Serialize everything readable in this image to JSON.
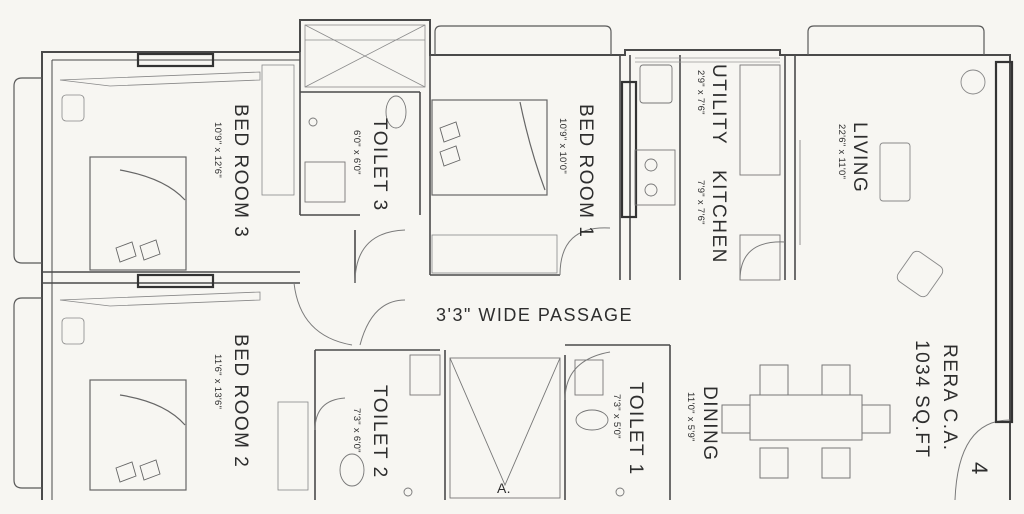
{
  "rooms": [
    {
      "name": "BED ROOM 3",
      "dims": "10'9\" x 12'6\""
    },
    {
      "name": "TOILET 3",
      "dims": "6'0\" x 6'0\""
    },
    {
      "name": "BED ROOM 1",
      "dims": "10'9\" x 10'0\""
    },
    {
      "name": "UTILITY",
      "dims": "2'9\" x 7'6\""
    },
    {
      "name": "KITCHEN",
      "dims": "7'9\" x 7'6\""
    },
    {
      "name": "LIVING",
      "dims": "22'6\" x 11'0\""
    },
    {
      "name": "BED ROOM 2",
      "dims": "11'6\" x 13'6\""
    },
    {
      "name": "TOILET 2",
      "dims": "7'3\" x 6'0\""
    },
    {
      "name": "TOILET 1",
      "dims": "7'3\" x 5'0\""
    },
    {
      "name": "DINING",
      "dims": "11'0\" x 5'9\""
    }
  ],
  "passage": "3'3\" WIDE PASSAGE",
  "rera": {
    "line1": "RERA C.A.",
    "line2": "1034 SQ.FT"
  },
  "lift_label": "A.",
  "unit_number": "4"
}
